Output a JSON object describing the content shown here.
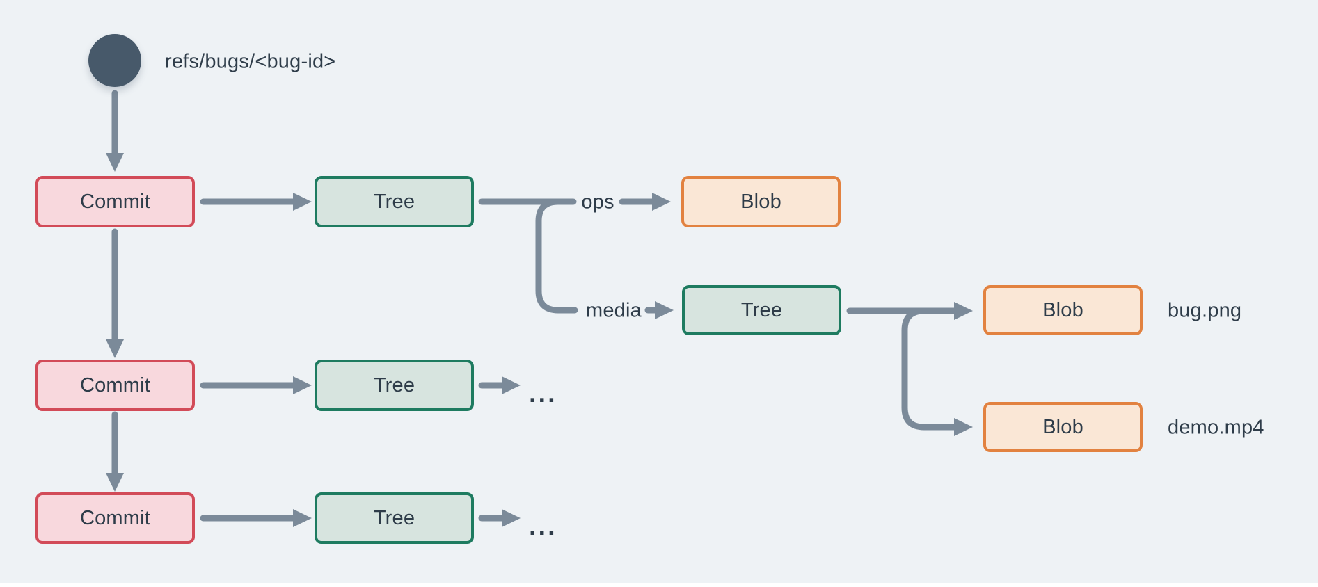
{
  "diagram": {
    "ref_label": "refs/bugs/<bug-id>",
    "nodes": {
      "commits": [
        {
          "label": "Commit"
        },
        {
          "label": "Commit"
        },
        {
          "label": "Commit"
        }
      ],
      "trees": [
        {
          "label": "Tree"
        },
        {
          "label": "Tree"
        },
        {
          "label": "Tree"
        },
        {
          "label": "Tree"
        }
      ],
      "blobs": [
        {
          "label": "Blob",
          "file": ""
        },
        {
          "label": "Blob",
          "file": "bug.png"
        },
        {
          "label": "Blob",
          "file": "demo.mp4"
        }
      ]
    },
    "edge_labels": {
      "ops": "ops",
      "media": "media"
    },
    "ellipsis": [
      "...",
      "..."
    ],
    "colors": {
      "background": "#eef2f5",
      "arrow": "#7b8a99",
      "text": "#2e3c49",
      "commit_border": "#d24b58",
      "commit_fill": "#f8d8dd",
      "tree_border": "#1e7b60",
      "tree_fill": "#d7e4df",
      "blob_border": "#e28240",
      "blob_fill": "#fae7d6",
      "ref_circle": "#47596a"
    }
  }
}
